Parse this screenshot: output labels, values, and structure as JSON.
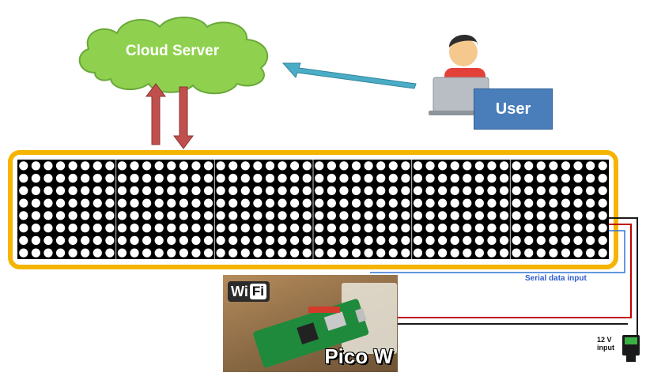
{
  "cloud": {
    "label": "Cloud Server"
  },
  "user": {
    "label": "User"
  },
  "display": {
    "panels": 6,
    "rows": 8,
    "cols": 8
  },
  "pico": {
    "badge_wi": "Wi",
    "badge_fi": "Fi",
    "label": "Pico W"
  },
  "wiring": {
    "serial_label": "Serial data input",
    "volt_line1": "12 V",
    "volt_line2": "input"
  },
  "colors": {
    "cloud_fill": "#8fd14f",
    "cloud_stroke": "#6aa83a",
    "arrow_red": "#c0504d",
    "arrow_blue": "#4bacc6",
    "panel_border": "#f5b400",
    "user_box": "#4a7ebb",
    "serial_wire": "#2e75d6"
  }
}
